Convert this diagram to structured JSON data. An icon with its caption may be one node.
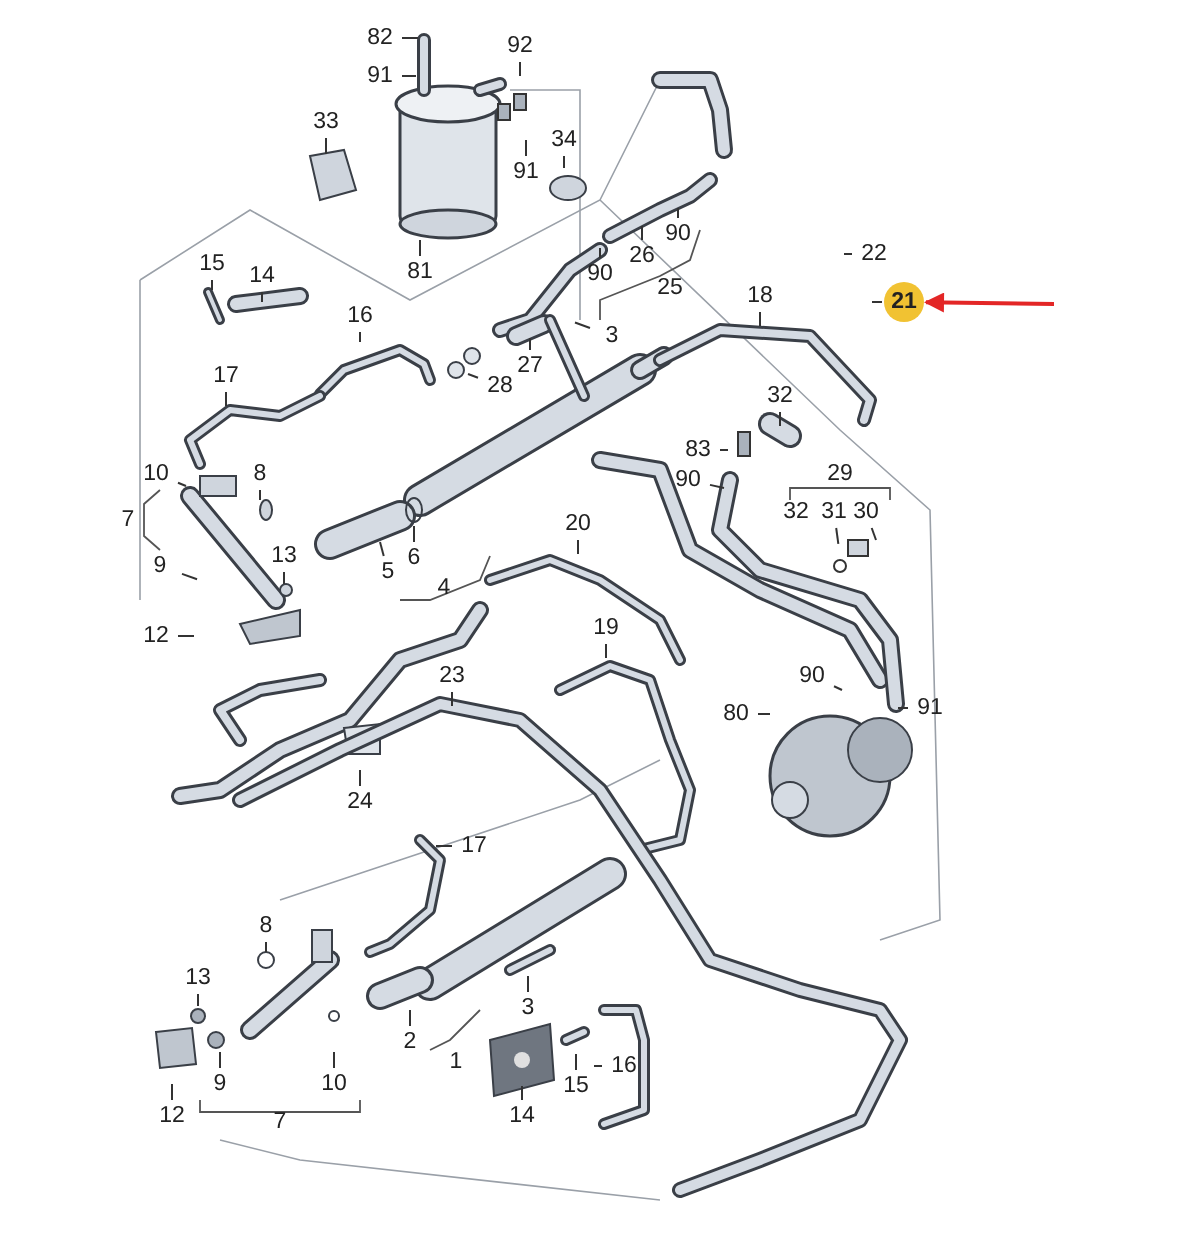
{
  "diagram": {
    "nodes": [
      {
        "text": [
          "82"
        ]
      },
      {
        "text": [
          "91"
        ]
      },
      {
        "text": [
          "92"
        ]
      },
      {
        "text": [
          "33"
        ]
      },
      {
        "text": [
          "91"
        ]
      },
      {
        "text": [
          "34"
        ]
      },
      {
        "text": [
          "81"
        ]
      },
      {
        "text": [
          "15"
        ]
      },
      {
        "text": [
          "14"
        ]
      },
      {
        "text": [
          "16"
        ]
      },
      {
        "text": [
          "90"
        ]
      },
      {
        "text": [
          "26"
        ]
      },
      {
        "text": [
          "90"
        ]
      },
      {
        "text": [
          "25"
        ]
      },
      {
        "text": [
          "22"
        ]
      },
      {
        "text": [
          "18"
        ]
      },
      {
        "text": [
          "21"
        ]
      },
      {
        "text": [
          "27"
        ]
      },
      {
        "text": [
          "3"
        ]
      },
      {
        "text": [
          "28"
        ]
      },
      {
        "text": [
          "17"
        ]
      },
      {
        "text": [
          "10"
        ]
      },
      {
        "text": [
          "8"
        ]
      },
      {
        "text": [
          "7"
        ]
      },
      {
        "text": [
          "5"
        ]
      },
      {
        "text": [
          "6"
        ]
      },
      {
        "text": [
          "4"
        ]
      },
      {
        "text": [
          "20"
        ]
      },
      {
        "text": [
          "32"
        ]
      },
      {
        "text": [
          "83"
        ]
      },
      {
        "text": [
          "90"
        ]
      },
      {
        "text": [
          "29"
        ]
      },
      {
        "text": [
          "32"
        ]
      },
      {
        "text": [
          "31"
        ]
      },
      {
        "text": [
          "30"
        ]
      },
      {
        "text": [
          "9"
        ]
      },
      {
        "text": [
          "13"
        ]
      },
      {
        "text": [
          "12"
        ]
      },
      {
        "text": [
          "19"
        ]
      },
      {
        "text": [
          "23"
        ]
      },
      {
        "text": [
          "90"
        ]
      },
      {
        "text": [
          "80"
        ]
      },
      {
        "text": [
          "91"
        ]
      },
      {
        "text": [
          "24"
        ]
      },
      {
        "text": [
          "17"
        ]
      },
      {
        "text": [
          "8"
        ]
      },
      {
        "text": [
          "13"
        ]
      },
      {
        "text": [
          "3"
        ]
      },
      {
        "text": [
          "2"
        ]
      },
      {
        "text": [
          "1"
        ]
      },
      {
        "text": [
          "9"
        ]
      },
      {
        "text": [
          "10"
        ]
      },
      {
        "text": [
          "16"
        ]
      },
      {
        "text": [
          "15"
        ]
      },
      {
        "text": [
          "12"
        ]
      },
      {
        "text": [
          "7"
        ]
      },
      {
        "text": [
          "14"
        ]
      }
    ],
    "edges": [
      {
        "from": 0,
        "to": null,
        "arrow": "none"
      },
      {
        "from": 1,
        "to": null,
        "arrow": "none"
      },
      {
        "from": 2,
        "to": null,
        "arrow": "none"
      },
      {
        "from": 3,
        "to": null,
        "arrow": "none"
      },
      {
        "from": 4,
        "to": null,
        "arrow": "none"
      },
      {
        "from": 5,
        "to": null,
        "arrow": "none"
      },
      {
        "from": 6,
        "to": null,
        "arrow": "none"
      },
      {
        "from": 7,
        "to": null,
        "arrow": "none"
      },
      {
        "from": 8,
        "to": null,
        "arrow": "none"
      },
      {
        "from": 9,
        "to": null,
        "arrow": "none"
      },
      {
        "from": 10,
        "to": null,
        "arrow": "none"
      },
      {
        "from": 11,
        "to": null,
        "arrow": "none"
      },
      {
        "from": 12,
        "to": null,
        "arrow": "none"
      },
      {
        "from": 14,
        "to": null,
        "arrow": "none"
      },
      {
        "from": 15,
        "to": null,
        "arrow": "none"
      },
      {
        "from": 16,
        "to": null,
        "arrow": "none"
      },
      {
        "from": 17,
        "to": null,
        "arrow": "none"
      },
      {
        "from": 18,
        "to": null,
        "arrow": "none"
      },
      {
        "from": 19,
        "to": null,
        "arrow": "none"
      },
      {
        "from": 20,
        "to": null,
        "arrow": "none"
      },
      {
        "from": 21,
        "to": null,
        "arrow": "none"
      },
      {
        "from": 22,
        "to": null,
        "arrow": "none"
      },
      {
        "from": 24,
        "to": null,
        "arrow": "none"
      },
      {
        "from": 25,
        "to": null,
        "arrow": "none"
      },
      {
        "from": 27,
        "to": null,
        "arrow": "none"
      },
      {
        "from": 28,
        "to": null,
        "arrow": "none"
      },
      {
        "from": 29,
        "to": null,
        "arrow": "none"
      },
      {
        "from": 30,
        "to": null,
        "arrow": "none"
      },
      {
        "from": 33,
        "to": null,
        "arrow": "none"
      },
      {
        "from": 34,
        "to": null,
        "arrow": "none"
      },
      {
        "from": 35,
        "to": null,
        "arrow": "none"
      },
      {
        "from": 36,
        "to": null,
        "arrow": "none"
      },
      {
        "from": 37,
        "to": null,
        "arrow": "none"
      },
      {
        "from": 38,
        "to": null,
        "arrow": "none"
      },
      {
        "from": 39,
        "to": null,
        "arrow": "none"
      },
      {
        "from": 40,
        "to": null,
        "arrow": "none"
      },
      {
        "from": 41,
        "to": null,
        "arrow": "none"
      },
      {
        "from": 42,
        "to": null,
        "arrow": "none"
      },
      {
        "from": 43,
        "to": null,
        "arrow": "none"
      },
      {
        "from": 44,
        "to": null,
        "arrow": "none"
      },
      {
        "from": 45,
        "to": null,
        "arrow": "none"
      },
      {
        "from": 46,
        "to": null,
        "arrow": "none"
      },
      {
        "from": 47,
        "to": null,
        "arrow": "none"
      },
      {
        "from": 48,
        "to": null,
        "arrow": "none"
      },
      {
        "from": 50,
        "to": null,
        "arrow": "none"
      },
      {
        "from": 51,
        "to": null,
        "arrow": "none"
      },
      {
        "from": 52,
        "to": null,
        "arrow": "none"
      },
      {
        "from": 53,
        "to": null,
        "arrow": "none"
      },
      {
        "from": 54,
        "to": null,
        "arrow": "none"
      },
      {
        "from": 56,
        "to": null,
        "arrow": "none"
      },
      {
        "from": null,
        "to": 16,
        "arrow": "to",
        "color": "#e32626"
      }
    ]
  }
}
